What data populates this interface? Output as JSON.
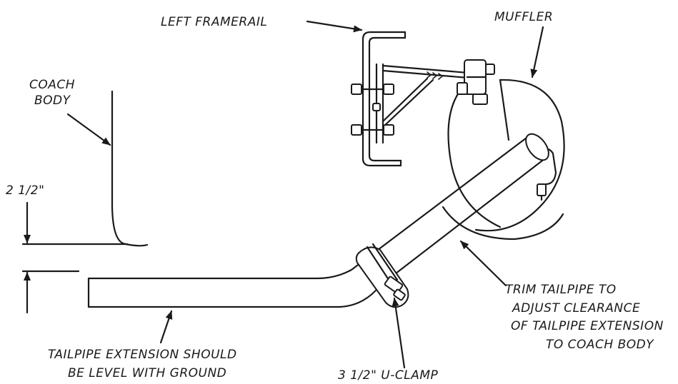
{
  "labels": {
    "left_framerail": "LEFT FRAMERAIL",
    "muffler": "MUFFLER",
    "coach_body_line1": "COACH",
    "coach_body_line2": "BODY",
    "dimension": "2 1/2\"",
    "trim_line1": "TRIM TAILPIPE TO",
    "trim_line2": "ADJUST CLEARANCE",
    "trim_line3": "OF TAILPIPE EXTENSION",
    "trim_line4": "TO COACH BODY",
    "level_line1": "TAILPIPE EXTENSION SHOULD",
    "level_line2": "BE LEVEL WITH GROUND",
    "uclamp": "3 1/2\" U-CLAMP"
  }
}
